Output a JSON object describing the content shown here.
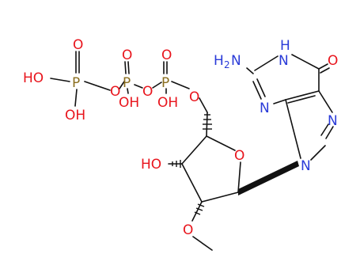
{
  "colors": {
    "bond": "#111111",
    "oxygen": "#e8141c",
    "nitrogen": "#2a3bd8",
    "phosphorus": "#8a6e1e",
    "carbon_label": "#111111"
  },
  "atoms": {
    "o_p1_top": "O",
    "p1": "P",
    "ho_p1_left_h": "HO",
    "oh_p1_bottom": "OH",
    "o_bridge_1": "O",
    "o_p2_top": "O",
    "p2": "P",
    "oh_p2": "OH",
    "o_bridge_2": "O",
    "o_p3_top": "O",
    "p3": "P",
    "oh_p3": "OH",
    "o_ester": "O",
    "ho_c3": "HO",
    "o_ring": "O",
    "o_methoxy": "O",
    "n9": "N",
    "n7": "N",
    "n3": "N",
    "n1": "N",
    "h_n1": "H",
    "nh2_h": "H",
    "nh2_sub": "2",
    "nh2_n": "N",
    "o6": "O"
  }
}
